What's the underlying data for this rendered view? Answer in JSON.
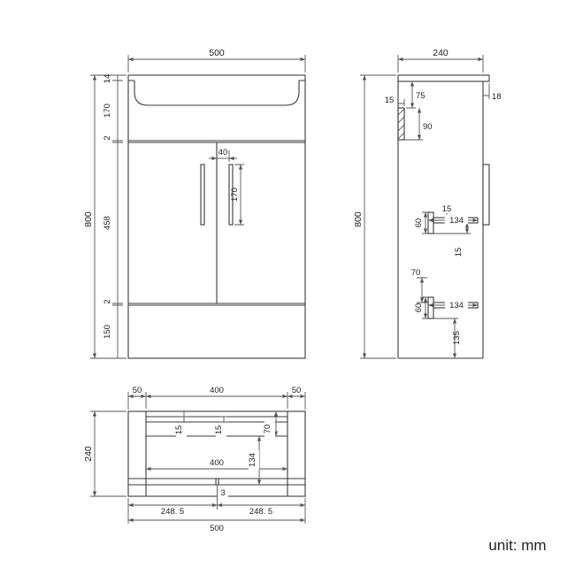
{
  "unit_label": "unit: mm",
  "front_view": {
    "dim_500": "500",
    "dim_800": "800",
    "dim_14": "14",
    "dim_170_top": "170",
    "dim_2_top": "2",
    "dim_458": "458",
    "dim_2_bottom": "2",
    "dim_150": "150",
    "dim_40": "40",
    "dim_170_handle": "170"
  },
  "side_view": {
    "dim_240": "240",
    "dim_800": "800",
    "dim_15_rail": "15",
    "dim_75": "75",
    "dim_18": "18",
    "dim_90": "90",
    "dim_15_mid": "15",
    "dim_134_mid": "134",
    "dim_60_mid": "60",
    "dim_15_front": "15",
    "dim_70": "70",
    "dim_134_low": "134",
    "dim_60_low": "60",
    "dim_135": "135"
  },
  "top_view": {
    "dim_50_left": "50",
    "dim_400_top": "400",
    "dim_50_right": "50",
    "dim_240": "240",
    "dim_15_a": "15",
    "dim_15_b": "15",
    "dim_70": "70",
    "dim_400_inner": "400",
    "dim_134": "134",
    "dim_3": "3",
    "dim_2485_left": "248. 5",
    "dim_2485_right": "248. 5",
    "dim_500": "500"
  }
}
